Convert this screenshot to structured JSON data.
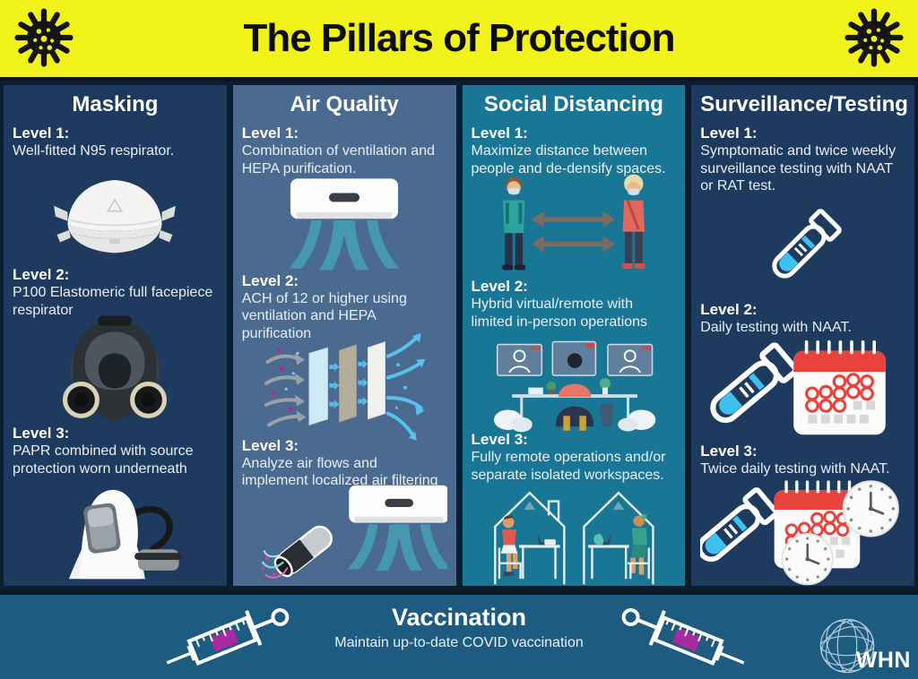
{
  "header": {
    "title": "The Pillars of Protection",
    "left_icon": "virus-icon",
    "right_icon": "virus-icon"
  },
  "pillars": [
    {
      "title": "Masking",
      "bg_color": "#1e3a5e",
      "levels": [
        {
          "label": "Level 1:",
          "text": "Well-fitted N95 respirator.",
          "icon": "n95-respirator-icon"
        },
        {
          "label": "Level 2:",
          "text": "P100 Elastomeric full facepiece respirator",
          "icon": "full-facepiece-respirator-icon"
        },
        {
          "label": "Level 3:",
          "text": "PAPR combined with source protection worn underneath",
          "icon": "papr-hood-icon"
        }
      ]
    },
    {
      "title": "Air Quality",
      "bg_color": "#4a6a90",
      "levels": [
        {
          "label": "Level 1:",
          "text": "Combination of ventilation and HEPA purification.",
          "icon": "air-conditioner-icon"
        },
        {
          "label": "Level 2:",
          "text": "ACH of 12 or higher using ventilation and HEPA purification",
          "icon": "hepa-filter-layers-icon"
        },
        {
          "label": "Level 3:",
          "text": "Analyze air flows and implement localized air filtering",
          "icon": "localized-air-filter-icon"
        }
      ]
    },
    {
      "title": "Social Distancing",
      "bg_color": "#1a7695",
      "levels": [
        {
          "label": "Level 1:",
          "text": "Maximize distance between people and de-densify spaces.",
          "icon": "distanced-people-icon"
        },
        {
          "label": "Level 2:",
          "text": "Hybrid virtual/remote with limited in-person operations",
          "icon": "hybrid-remote-workstation-icon"
        },
        {
          "label": "Level 3:",
          "text": "Fully remote operations and/or separate isolated workspaces.",
          "icon": "isolated-home-workspaces-icon"
        }
      ]
    },
    {
      "title": "Surveillance/Testing",
      "bg_color": "#1e3a5e",
      "levels": [
        {
          "label": "Level 1:",
          "text": "Symptomatic and twice weekly surveillance testing with NAAT or RAT test.",
          "icon": "test-tube-icon"
        },
        {
          "label": "Level 2:",
          "text": "Daily testing with NAAT.",
          "icon": "test-tube-calendar-icon"
        },
        {
          "label": "Level 3:",
          "text": "Twice daily testing with NAAT.",
          "icon": "test-tube-calendar-clocks-icon"
        }
      ]
    }
  ],
  "footer": {
    "title": "Vaccination",
    "subtitle": "Maintain up-to-date COVID vaccination",
    "left_icon": "syringe-icon",
    "right_icon": "syringe-icon",
    "logo_text": "WHN",
    "logo_icon": "whn-globe-logo"
  },
  "palette": {
    "header_yellow": "#f0f219",
    "navy_column": "#1e3a5e",
    "slate_column": "#4a6a90",
    "teal_column": "#1a7695",
    "divider": "#0b1e31",
    "footer_blue": "#1d5c80",
    "accent_cyan": "#3fc1f0",
    "accent_red": "#e8433d",
    "accent_purple": "#a62ba0"
  }
}
